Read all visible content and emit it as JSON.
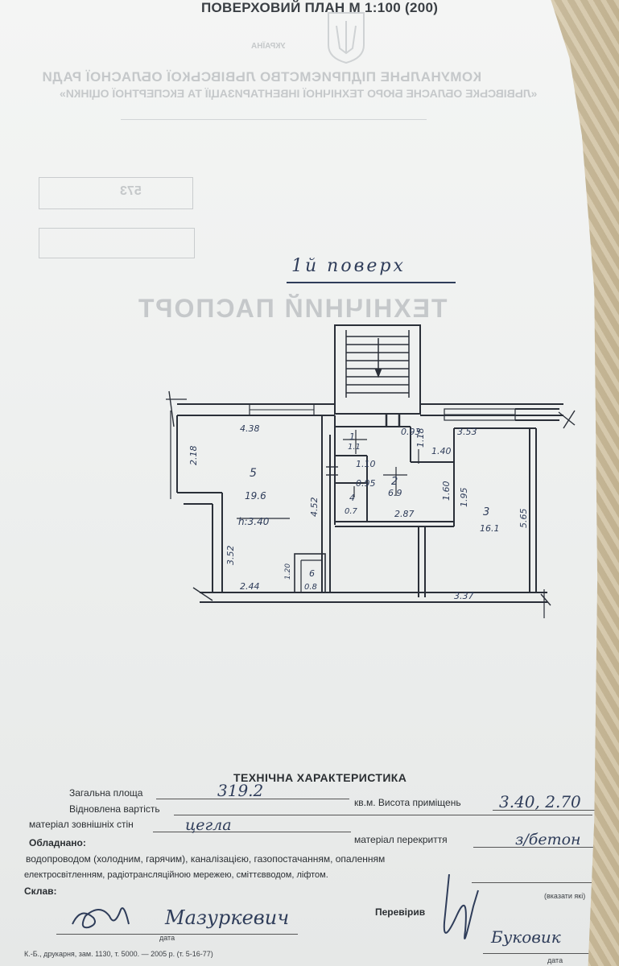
{
  "header": {
    "title": "ПОВЕРХОВИЙ ПЛАН М 1:100 (200)"
  },
  "ghost": {
    "country": "УКРАЇНА",
    "org_line1": "КОМУНАЛЬНЕ ПІДПРИЄМСТВО ЛЬВІВСЬКОЇ ОБЛАСНОЇ РАДИ",
    "org_line2": "«ЛЬВІВСЬКЕ ОБЛАСНЕ БЮРО ТЕХНІЧНОЇ ІНВЕНТАРИЗАЦІЇ ТА ЕКСПЕРТНОЇ ОЦІНКИ»",
    "passport": "ТЕХНІЧНИЙ ПАСПОРТ",
    "box_value": "573"
  },
  "plan": {
    "floor_label": "1й поверх",
    "dims": {
      "d438": "4.38",
      "d218": "2.18",
      "d093": "0.93",
      "d353": "3.53",
      "d118": "1.18",
      "d140": "1.40",
      "d110": "1.10",
      "d095": "0.95",
      "d160": "1.60",
      "d195": "1.95",
      "d565": "5.65",
      "d452": "4.52",
      "d287": "2.87",
      "d352": "3.52",
      "d120": "1.20",
      "d244": "2.44",
      "d337": "3.37",
      "h340": "h:3.40"
    },
    "rooms": [
      {
        "num": "5",
        "area": "19.6"
      },
      {
        "num": "1",
        "area": "1.1"
      },
      {
        "num": "2",
        "area": "6.9"
      },
      {
        "num": "4",
        "area": "0.7"
      },
      {
        "num": "3",
        "area": "16.1"
      },
      {
        "num": "6",
        "area": "0.8"
      }
    ]
  },
  "characteristics": {
    "title": "ТЕХНІЧНА ХАРАКТЕРИСТИКА",
    "total_area_label": "Загальна площа",
    "total_area_value": "319.2",
    "unit_label": "кв.м. Висота приміщень",
    "height_value": "3.40, 2.70",
    "restored_cost_label": "Відновлена вартість",
    "wall_material_label": "матеріал зовнішніх стін",
    "wall_material_value": "цегла",
    "ceiling_material_label": "матеріал перекриття",
    "ceiling_material_value": "з/бетон",
    "equipped_label": "Обладнано:",
    "equipped_line1": "водопроводом (холодним, гарячим), каналізацією, газопостачанням, опаленням",
    "equipped_line2": "електросвітленням, радіотрансляційною мережею, сміттєвводом, ліфтом.",
    "specify_note": "(вказати які)",
    "compiled_label": "Склав:",
    "compiled_signature": "Мазуркевич",
    "date_label": "дата",
    "checked_label": "Перевірив",
    "checked_signature": "Буковик",
    "date_label2": "дата",
    "print_info": "К.-Б., друкарня, зам. 1130, т. 5000. — 2005 р. (т. 5-16-77)"
  }
}
